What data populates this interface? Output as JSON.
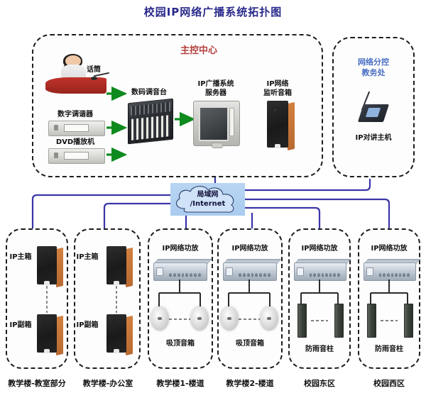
{
  "page": {
    "title": "校园IP网络广播系统拓扑图",
    "title_color": "#2a2a8c",
    "wire_color": "#3b35a8",
    "box_border_color": "#1d1d1d",
    "accent_red": "#b4403e",
    "accent_blue": "#4a6fc4"
  },
  "control_center": {
    "heading": "主控中心",
    "devices": {
      "microphone": "话筒",
      "tuner": "数字调谐器",
      "dvd": "DVD播放机",
      "mixer": "数码调音台",
      "server": "IP广播系统\n服务器",
      "server_line1": "IP广播系统",
      "server_line2": "服务器",
      "monitor_speaker_line1": "IP网络",
      "monitor_speaker_line2": "监听音箱"
    }
  },
  "sub_control": {
    "heading_line1": "网络分控",
    "heading_line2": "教务处",
    "device_label": "IP对讲主机"
  },
  "network_cloud": {
    "line1": "局域网",
    "line2": "/Internet"
  },
  "zones": [
    {
      "id": "classroom",
      "zone_label": "教学楼-教室部分",
      "type": "ip-speaker-pair",
      "items": [
        {
          "label": "IP主箱"
        },
        {
          "label": "IP副箱"
        }
      ]
    },
    {
      "id": "office",
      "zone_label": "教学楼-办公室",
      "type": "ip-speaker-pair",
      "items": [
        {
          "label": "IP主箱"
        },
        {
          "label": "IP副箱"
        }
      ]
    },
    {
      "id": "corridor1",
      "zone_label": "教学楼1-楼道",
      "type": "amp-ceiling",
      "amp_label": "IP网络功放",
      "speaker_label": "吸顶音箱"
    },
    {
      "id": "corridor2",
      "zone_label": "教学楼2-楼道",
      "type": "amp-ceiling",
      "amp_label": "IP网络功放",
      "speaker_label": "吸顶音箱"
    },
    {
      "id": "east",
      "zone_label": "校园东区",
      "type": "amp-column",
      "amp_label": "IP网络功放",
      "speaker_label": "防雨音柱"
    },
    {
      "id": "west",
      "zone_label": "校园西区",
      "type": "amp-column",
      "amp_label": "IP网络功放",
      "speaker_label": "防雨音柱"
    }
  ]
}
